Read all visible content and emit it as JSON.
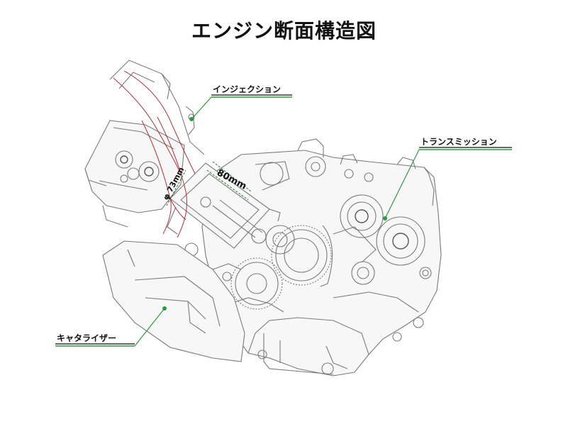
{
  "title": "エンジン断面構造図",
  "labels": {
    "injection": "インジェクション",
    "transmission": "トランスミッション",
    "catalyzer": "キャタライザー"
  },
  "dimensions": {
    "stroke": "80mm",
    "bore": "φ 73mm"
  },
  "colors": {
    "leader_line": "#2e9a3e",
    "intake_outline": "#b03040",
    "engine_line": "#7a7a7a"
  }
}
